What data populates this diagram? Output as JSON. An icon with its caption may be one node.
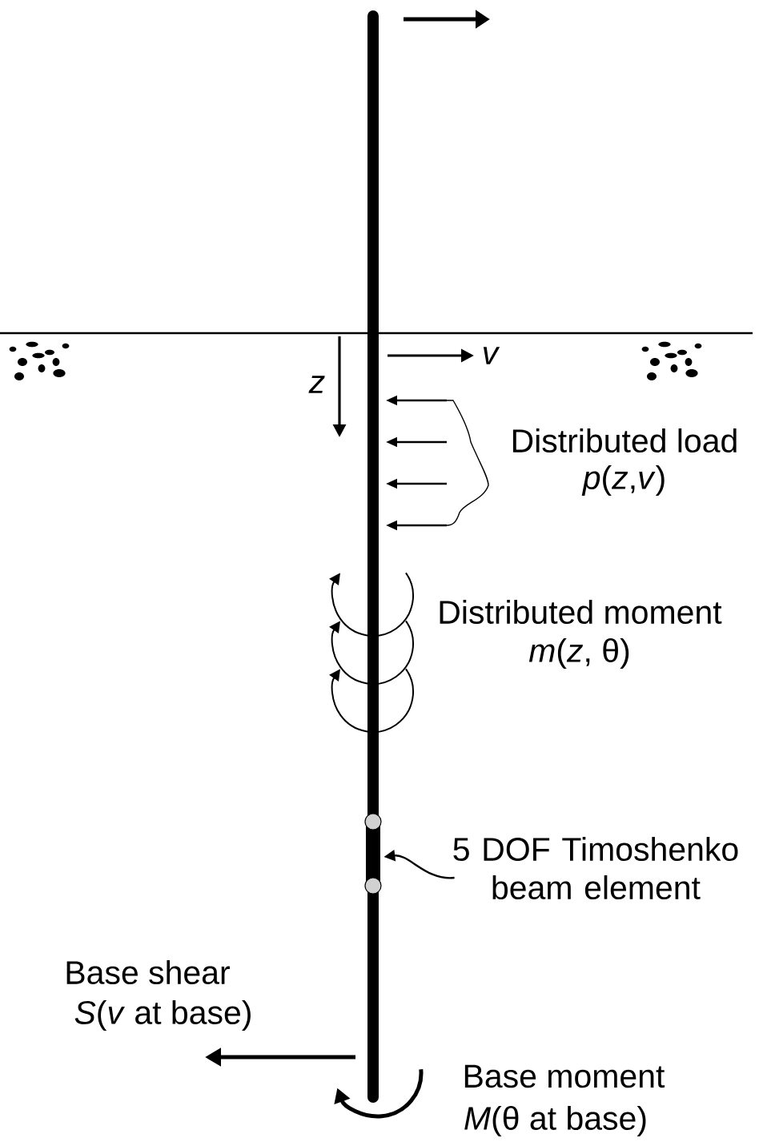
{
  "diagram": {
    "nodes": [
      {
        "text": [
          "5 DOF Timoshenko beam element"
        ]
      },
      {
        "text": [],
        "shape": "bar"
      }
    ],
    "edges": [
      {
        "from": 0,
        "to": 1,
        "arrow": "to"
      }
    ],
    "labels": [
      "v",
      "z",
      "Distributed load",
      "*p*(*z*,*v*)",
      "Distributed moment",
      "*m*(*z*, θ)",
      "Base shear",
      "*S*(*v* at base)",
      "Base moment",
      "*M*(θ at base)"
    ]
  }
}
